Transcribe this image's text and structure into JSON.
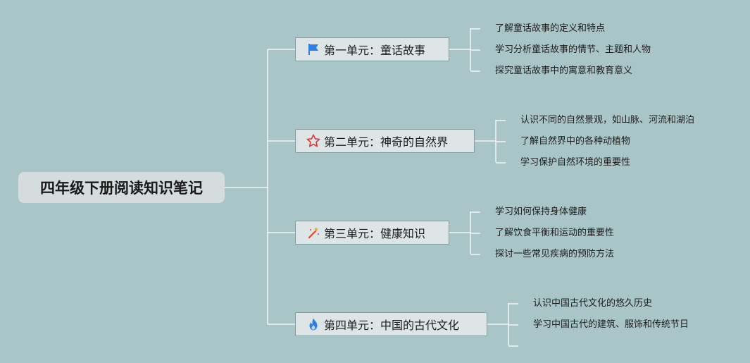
{
  "root": {
    "title": "四年级下册阅读知识笔记"
  },
  "branches": [
    {
      "label": "第一单元：童话故事",
      "icon": "flag-icon",
      "icon_color": "#2f7fe0",
      "items": [
        "了解童话故事的定义和特点",
        "学习分析童话故事的情节、主题和人物",
        "探究童话故事中的寓意和教育意义"
      ]
    },
    {
      "label": "第二单元：神奇的自然界",
      "icon": "star-outline-icon",
      "icon_color": "#e03a3a",
      "items": [
        "认识不同的自然景观，如山脉、河流和湖泊",
        "了解自然界中的各种动植物",
        "学习保护自然环境的重要性"
      ]
    },
    {
      "label": "第三单元：健康知识",
      "icon": "magic-wand-icon",
      "icon_color": "#d64a2a",
      "items": [
        "学习如何保持身体健康",
        "了解饮食平衡和运动的重要性",
        "探讨一些常见疾病的预防方法"
      ]
    },
    {
      "label": "第四单元：中国的古代文化",
      "icon": "flame-icon",
      "icon_color": "#2f7fe0",
      "items": [
        "认识中国古代文化的悠久历史",
        "学习中国古代的建筑、服饰和传统节日"
      ]
    }
  ],
  "colors": {
    "background": "#a9c5c8",
    "connector": "#ffffff",
    "branch_border": "#7fa0a3"
  }
}
